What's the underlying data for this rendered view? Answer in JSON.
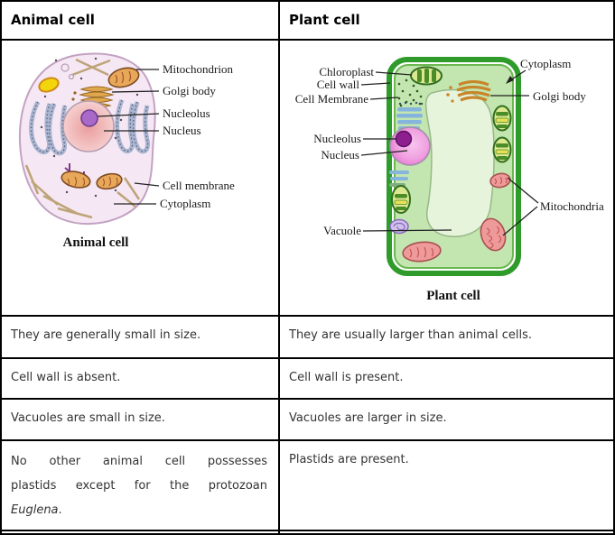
{
  "header": {
    "animal": "Animal cell",
    "plant": "Plant cell"
  },
  "comparison_rows": [
    {
      "animal": "They are generally small in size.",
      "plant": "They are usually larger than animal cells."
    },
    {
      "animal": "Cell wall is absent.",
      "plant": "Cell wall is present."
    },
    {
      "animal": "Vacuoles are small in size.",
      "plant": "Vacuoles are larger in size."
    }
  ],
  "plastids_row": {
    "animal_line1": "No other animal cell possesses",
    "animal_line2": "plastids except for the protozoan",
    "animal_italic": "Euglena",
    "animal_period": ".",
    "plant": "Plastids are present."
  },
  "animal_diagram": {
    "caption": "Animal cell",
    "labels": {
      "mitochondrion": "Mitochondrion",
      "golgi": "Golgi body",
      "nucleolus": "Nucleolus",
      "nucleus": "Nucleus",
      "cell_membrane": "Cell membrane",
      "cytoplasm": "Cytoplasm"
    }
  },
  "plant_diagram": {
    "caption": "Plant cell",
    "labels": {
      "chloroplast": "Chloroplast",
      "cell_wall": "Cell wall",
      "cell_membrane": "Cell Membrane",
      "nucleolus": "Nucleolus",
      "nucleus": "Nucleus",
      "vacuole": "Vacuole",
      "cytoplasm": "Cytoplasm",
      "golgi": "Golgi body",
      "mitochondria": "Mitochondria"
    }
  },
  "colors": {
    "table_border": "#000000",
    "body_text": "#333333",
    "animal_cell_fill": "#f6e7f4",
    "animal_nucleus": "#eb9d9d",
    "nucleolus_purple": "#a869c9",
    "organelle_orange": "#e0a84e",
    "plant_wall_green": "#2e9b2a",
    "plant_cytoplasm": "#c3e5b0",
    "plant_vacuole": "#e7f4dc",
    "plant_nucleus_pink": "#e86fd2",
    "mitochondria_pink": "#ef9a9a"
  }
}
